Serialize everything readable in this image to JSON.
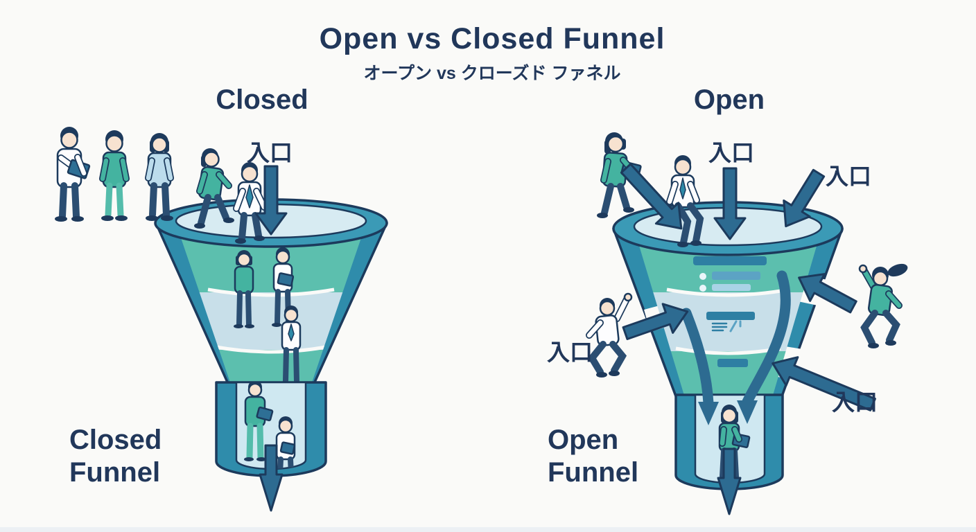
{
  "title": "Open vs Closed Funnel",
  "subtitle_ja": "オープン vs クローズド ファネル",
  "left": {
    "heading": "Closed",
    "entrance_label": "入口",
    "caption_line1": "Closed",
    "caption_line2": "Funnel"
  },
  "right": {
    "heading": "Open",
    "entrance_top_label": "入口",
    "entrance_topright_label": "入口",
    "entrance_left_label": "入口",
    "entrance_bottomright_label": "入口",
    "caption_line1": "Open",
    "caption_line2": "Funnel"
  },
  "colors": {
    "background": "#fafaf8",
    "text_navy": "#21375a",
    "outline_navy": "#1c3a5c",
    "funnel_wall": "#2f8cab",
    "funnel_rim": "#3b9ab6",
    "funnel_rim_inner": "#d7ebf2",
    "band_teal": "#5cbfae",
    "band_light": "#c8dfe9",
    "stem_interior": "#cfe8f1",
    "arrow_blue": "#2d6b91",
    "shirt_white": "#fdfdfe",
    "shirt_teal": "#44b3a0",
    "shirt_lightblue": "#bcdcec",
    "pants_navy": "#2b4e72",
    "skin": "#f7e2d0",
    "ui_bar_dark": "#2e7fa3",
    "ui_bar_mid": "#5ca3c4",
    "ui_bar_light": "#a9d3e6"
  }
}
